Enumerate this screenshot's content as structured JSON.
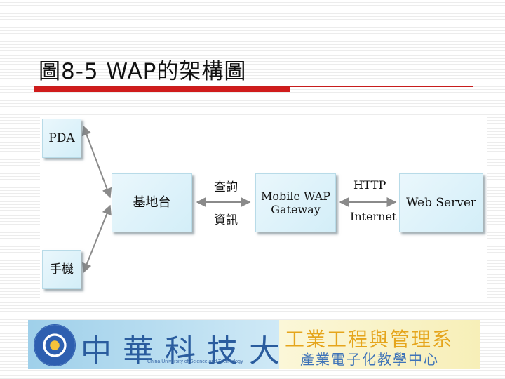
{
  "slide": {
    "title": "圖8-5 WAP的架構圖",
    "accent_color": "#d01c1c"
  },
  "diagram": {
    "nodes": {
      "pda": "PDA",
      "base_station": "基地台",
      "mobile_phone": "手機",
      "gateway_line1": "Mobile WAP",
      "gateway_line2": "Gateway",
      "web_server": "Web Server"
    },
    "labels": {
      "query_top": "查詢",
      "query_bottom": "資訊",
      "http": "HTTP",
      "internet": "Internet"
    }
  },
  "banner": {
    "university_name": "中華科技大學",
    "university_english": "China University of Science and Technology",
    "department": "工業工程與管理系",
    "center": "產業電子化教學中心"
  }
}
